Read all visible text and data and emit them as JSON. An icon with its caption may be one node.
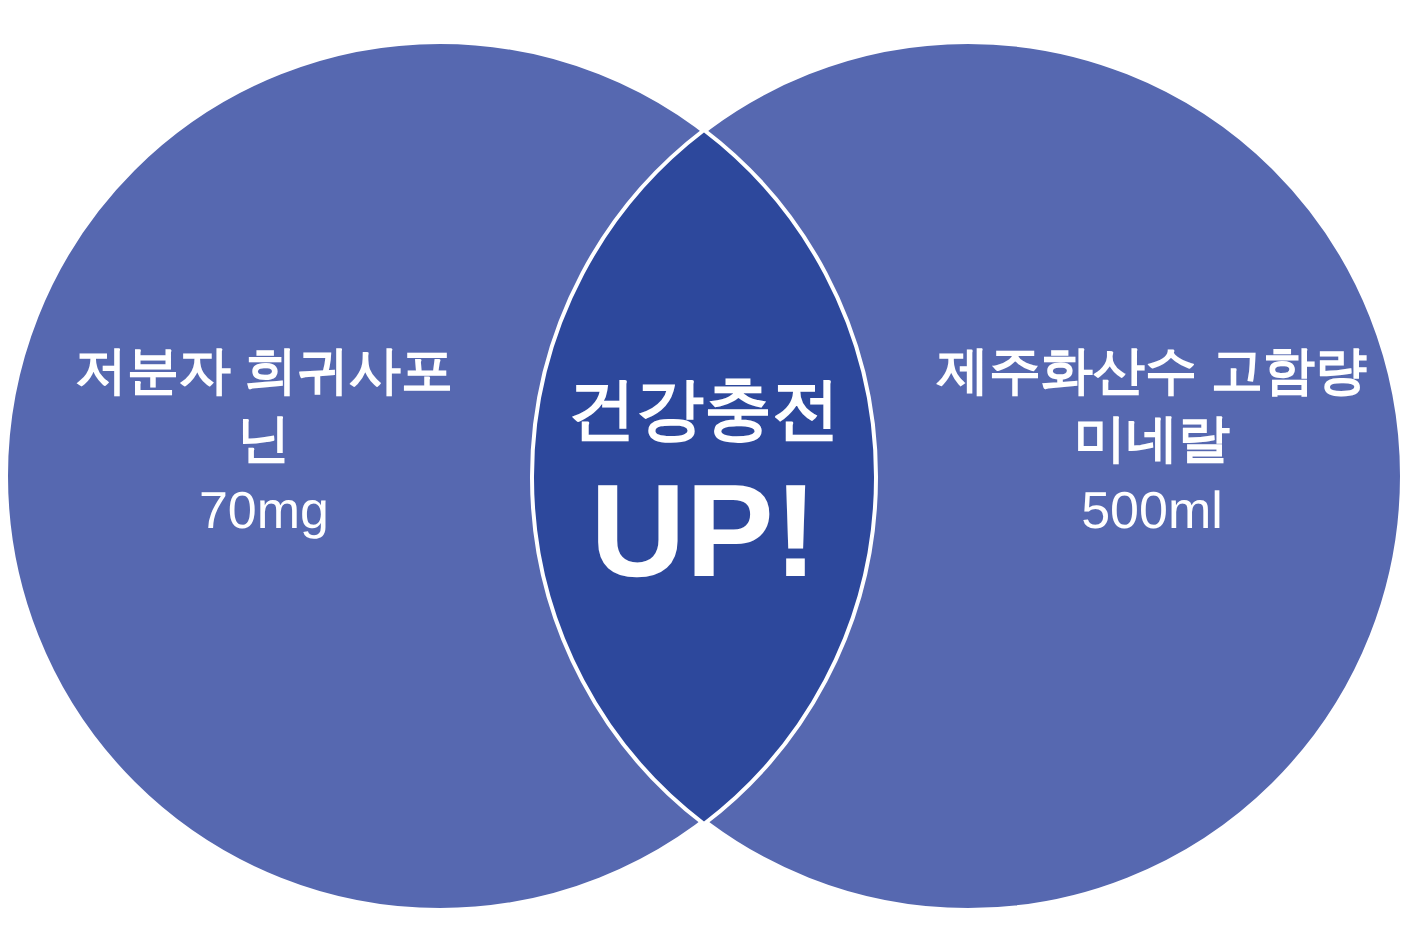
{
  "diagram": {
    "nodes": [
      {
        "text": [
          "저분자 희귀사포닌",
          "70mg"
        ]
      },
      {
        "text": [
          "제주화산수 고함량 미네랄",
          "500ml"
        ]
      },
      {
        "text": [
          "건강충전",
          "UP!"
        ]
      }
    ]
  }
}
